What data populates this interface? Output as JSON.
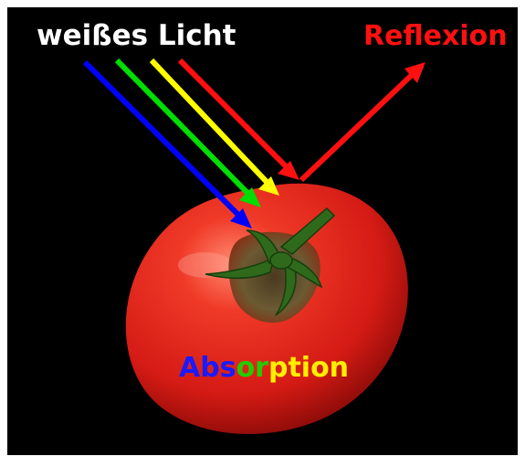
{
  "labels": {
    "white_light": "weißes Licht",
    "reflection": "Reflexion",
    "absorption": [
      "Abs",
      "or",
      "ption"
    ]
  },
  "colors": {
    "background": "#000000",
    "frame": "#ffffff",
    "white_text": "#ffffff",
    "reflection": "#ff1010",
    "absorption_abs": "#1a1aff",
    "absorption_or": "#22cc00",
    "absorption_ption": "#ffee00",
    "ray_blue": "#0000ff",
    "ray_green": "#00dd00",
    "ray_yellow": "#ffff00",
    "ray_red": "#ff1010",
    "tomato": "#e3201b",
    "stem": "#2f6a1c"
  },
  "rays": [
    {
      "name": "blue",
      "color_key": "ray_blue"
    },
    {
      "name": "green",
      "color_key": "ray_green"
    },
    {
      "name": "yellow",
      "color_key": "ray_yellow"
    },
    {
      "name": "red",
      "color_key": "ray_red"
    }
  ],
  "icons": {
    "object": "tomato-icon",
    "arrow": "arrow-icon"
  }
}
